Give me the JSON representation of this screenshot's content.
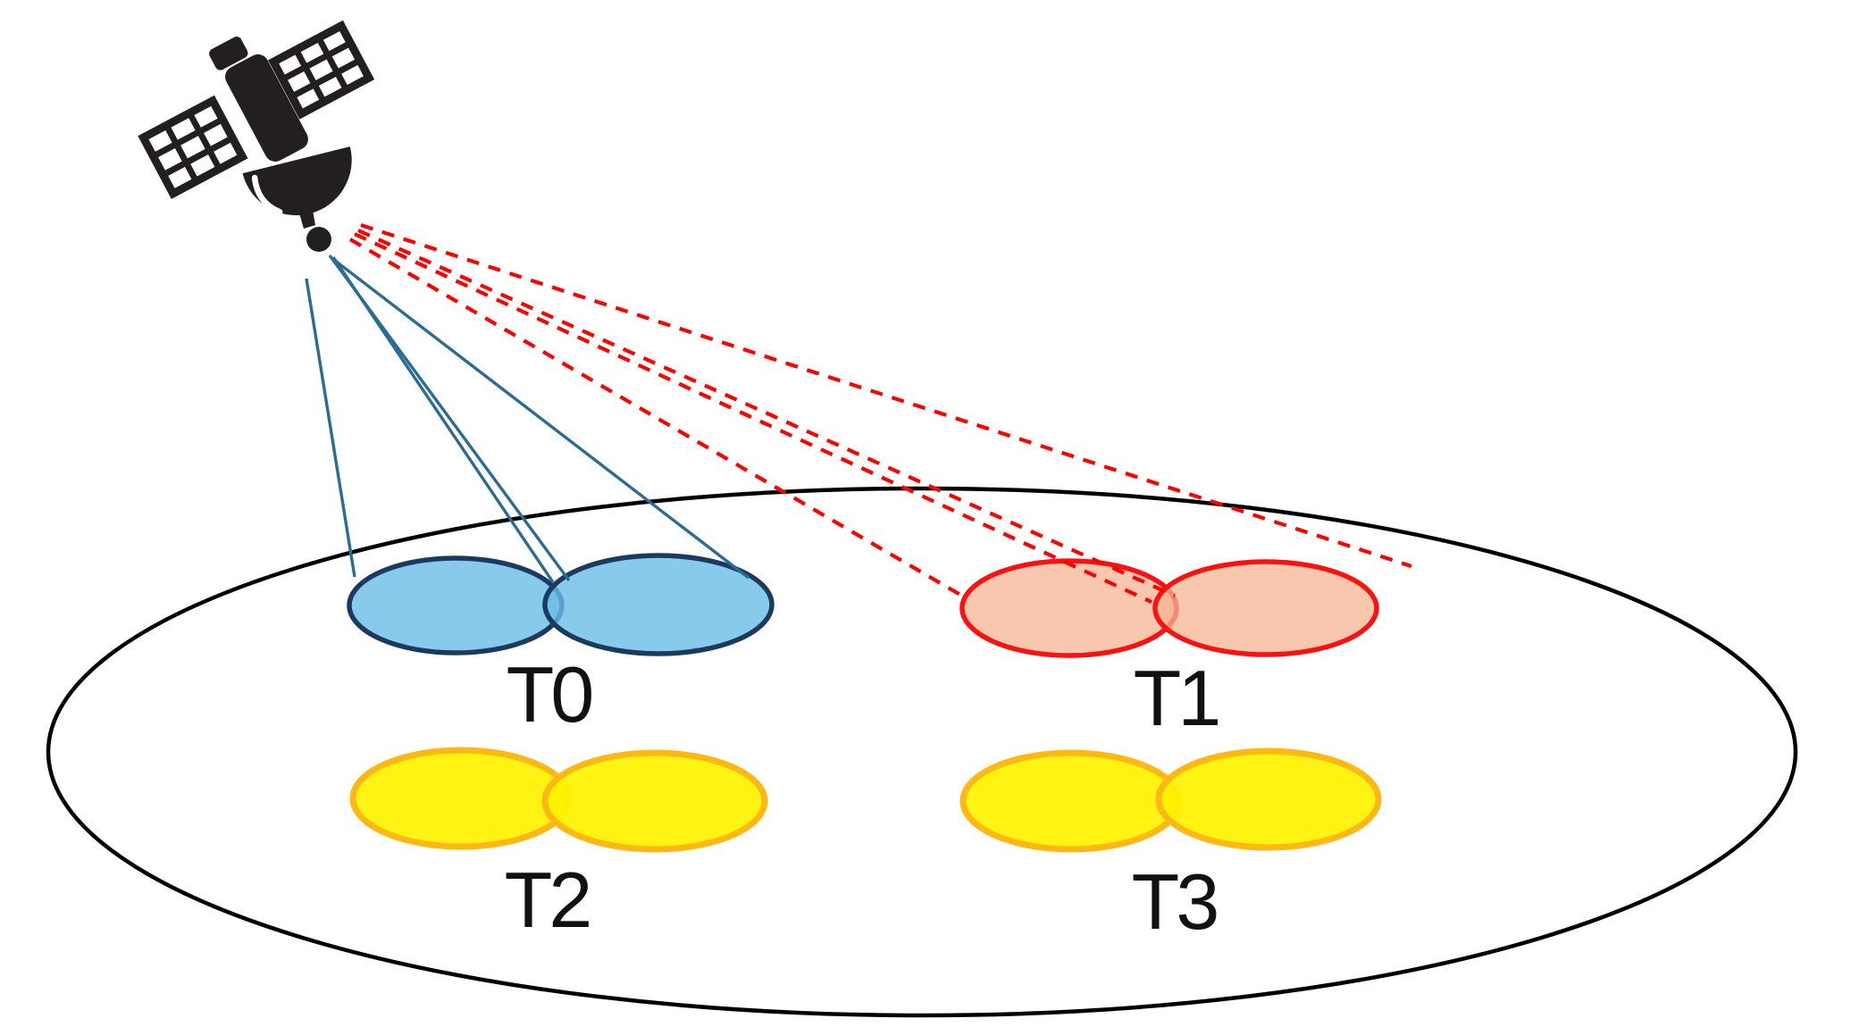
{
  "diagram": {
    "satellite": {
      "icon": "satellite-icon",
      "color": "#231f20"
    },
    "ground": {
      "stroke": "#000000"
    },
    "beams": [
      {
        "line_style": "solid",
        "color": "#2a6c94",
        "target": "T0"
      },
      {
        "line_style": "dashed",
        "color": "#ff0000",
        "target": "T1"
      }
    ],
    "cells": [
      {
        "label": "T0",
        "fill": "#69bde7",
        "stroke": "#1c3a5e"
      },
      {
        "label": "T1",
        "fill": "#f5b493",
        "stroke": "#fa1110"
      },
      {
        "label": "T2",
        "fill": "#fff200",
        "stroke": "#fdb813"
      },
      {
        "label": "T3",
        "fill": "#fff200",
        "stroke": "#fdb813"
      }
    ]
  }
}
